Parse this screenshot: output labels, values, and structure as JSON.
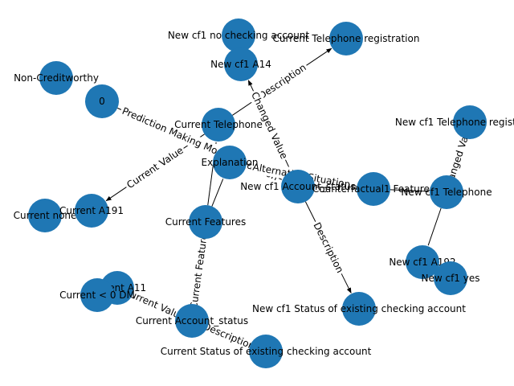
{
  "graph": {
    "nodes": {
      "cf1_no_checking": "New cf1 no checking account",
      "cur_tel_reg": "Current Telephone registration",
      "non_credit": "Non-Creditworthy",
      "cf1_a14": "New cf1 A14",
      "zero": "0",
      "cur_tel": "Current Telephone",
      "cf1_tel_reg": "New cf1 Telephone registration",
      "explanation": "Explanation",
      "cf1_acc_status": "New cf1 Account_status",
      "cf_features": "Counterfactual1 Features",
      "cf1_tel": "New cf1 Telephone",
      "cur_none": "Current none",
      "cur_a191": "Current A191",
      "cur_features": "Current Features",
      "cf1_a192": "New cf1 A192",
      "cf1_yes": "New cf1 yes",
      "cur_a11": "Current A11",
      "cur_lt0": "Current < 0 DM",
      "cf1_status_exist": "New cf1 Status of existing checking account",
      "cur_acc_status": "Current Account_status",
      "cur_status_exist": "Current Status of existing checking account"
    },
    "edge_labels": {
      "desc_tel": "Description",
      "cur_value_tel": "Current Value",
      "pred_model": "Prediction Making Model Prediction",
      "changed_value_acc": "Changed Value",
      "alternative": "Alternative Situation",
      "desc_acc": "Description",
      "changed_value_tel": "Changed Value",
      "cur_feature_acc": "Current Feature",
      "cur_value_acc": "Current Value",
      "desc_cur_acc": "Description"
    }
  }
}
